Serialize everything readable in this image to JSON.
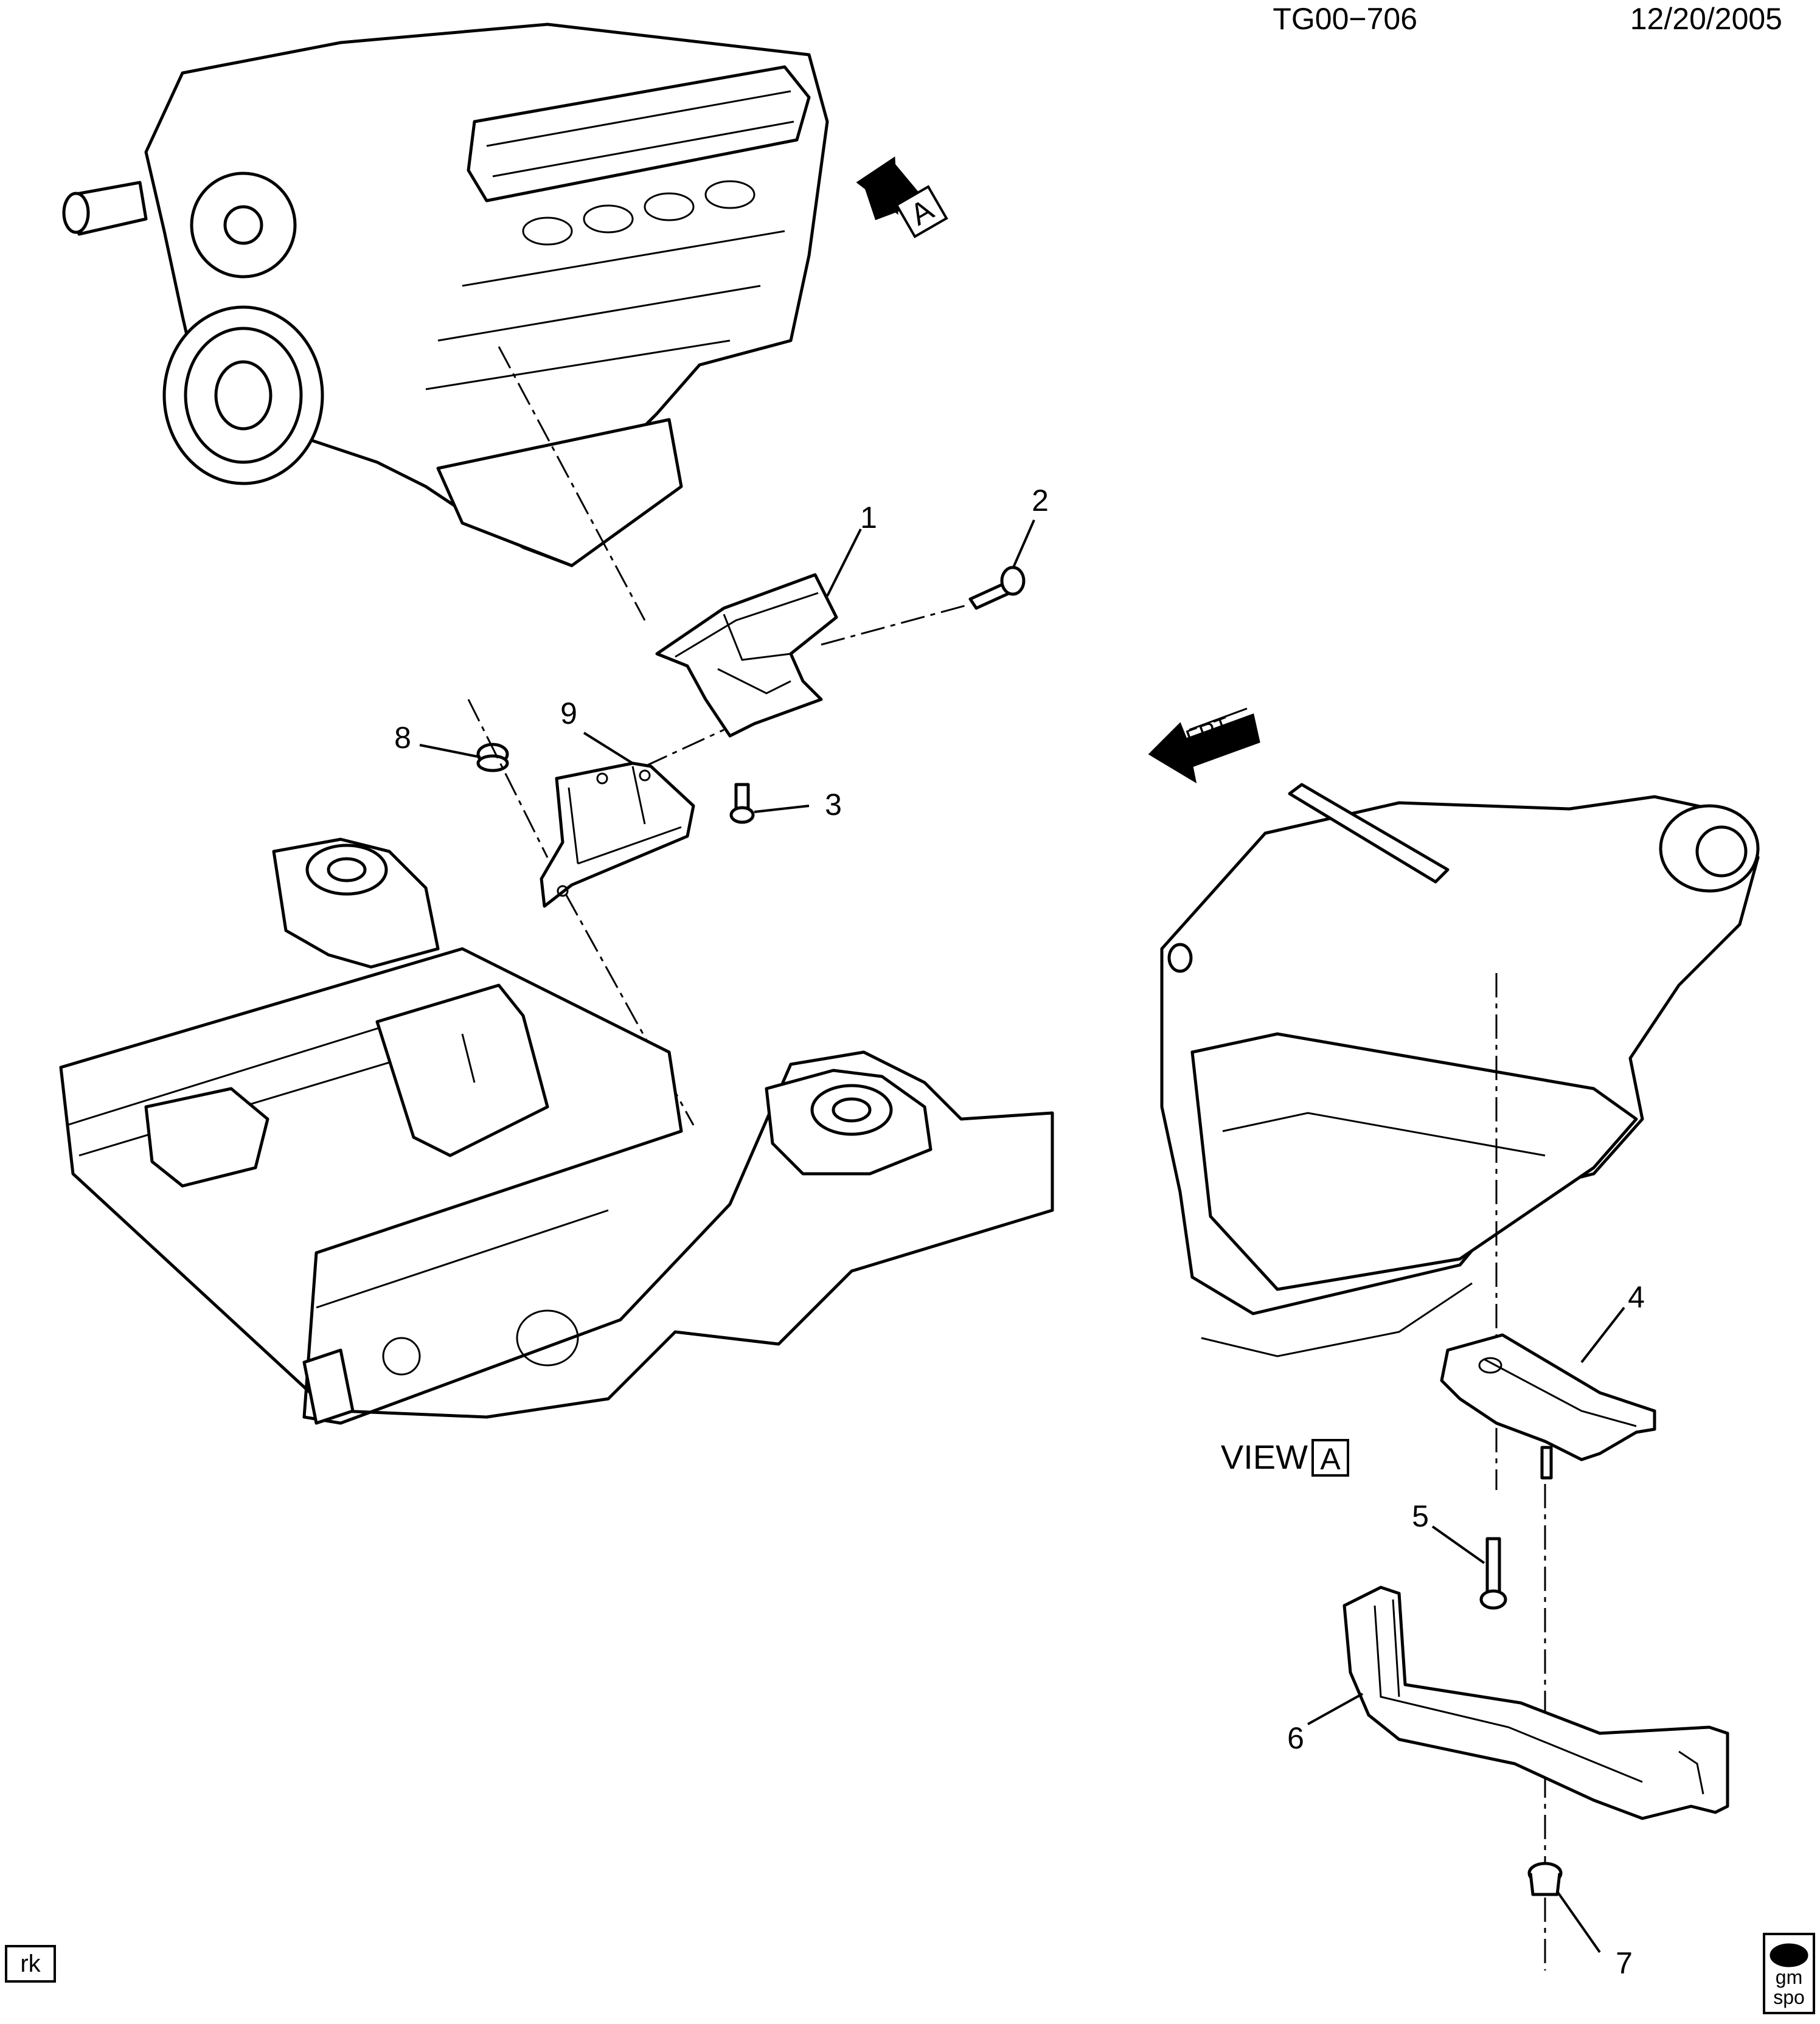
{
  "header": {
    "drawing_number": "TG00−706",
    "date": "12/20/2005"
  },
  "callouts": [
    "1",
    "2",
    "3",
    "4",
    "5",
    "6",
    "7",
    "8",
    "9"
  ],
  "view_reference": {
    "arrow_letter": "A",
    "view_word": "VIEW",
    "view_letter": "A"
  },
  "front_indicator": {
    "text": "FRT"
  },
  "footer": {
    "initials": "rk",
    "logo_text": [
      "gm",
      "spo"
    ]
  },
  "colors": {
    "line": "#000000",
    "background": "#ffffff"
  }
}
